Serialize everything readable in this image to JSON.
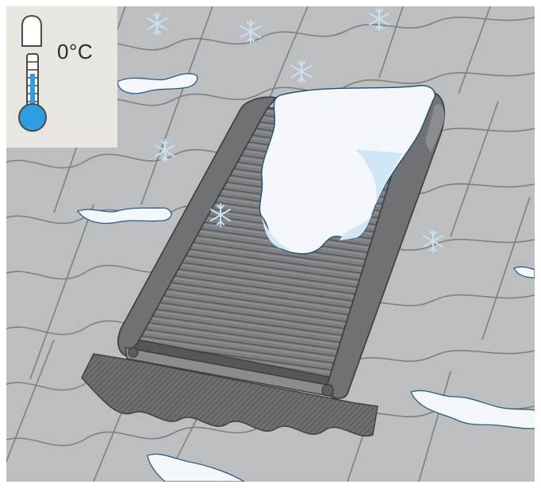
{
  "temperature": {
    "value_label": "0°C",
    "level_fraction": 0.0
  },
  "colors": {
    "roof": "#bcbec0",
    "tile_line": "#7d7f82",
    "shutter_frame": "#6f7174",
    "shutter_slat": "#8a8c8f",
    "snow": "#f4f8fc",
    "snow_shadow": "#bfe0f5",
    "snowflake": "#c6e2f4",
    "thermometer_blue": "#2e9ee0",
    "panel_bg": "#e8e6e1"
  },
  "icons": [
    "thermometer-icon",
    "snowflake-icon",
    "roller-shutter-illustration"
  ]
}
